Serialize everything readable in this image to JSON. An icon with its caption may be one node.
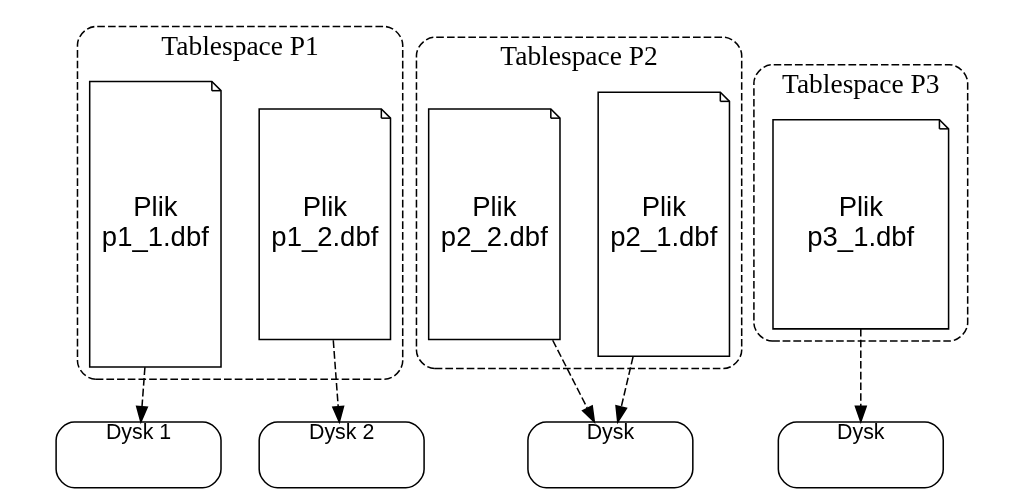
{
  "diagram": {
    "nodes": [
      {
        "text": [
          "Tablespace P1"
        ]
      },
      {
        "text": [
          "Plik p1_1.dbf"
        ],
        "in": 0
      },
      {
        "text": [
          "Plik p1_2.dbf"
        ],
        "in": 0
      },
      {
        "text": [
          "Tablespace P2"
        ]
      },
      {
        "text": [
          "Plik p2_1.dbf"
        ],
        "in": 3
      },
      {
        "text": [
          "Plik p2_2.dbf"
        ],
        "in": 3
      },
      {
        "text": [
          "Tablespace P3"
        ]
      },
      {
        "text": [
          "Plik p3_1.dbf"
        ],
        "in": 6
      },
      {
        "text": [
          "Dysk 1"
        ]
      },
      {
        "text": [
          "Dysk 2"
        ]
      },
      {
        "text": [
          "Dysk"
        ]
      },
      {
        "text": [
          "Dysk"
        ]
      }
    ],
    "edges": [
      {
        "from": 1,
        "to": 8,
        "arrow": "to",
        "style": "dashed"
      },
      {
        "from": 2,
        "to": 9,
        "arrow": "to",
        "style": "dashed"
      },
      {
        "from": 4,
        "to": 10,
        "arrow": "to",
        "style": "dashed"
      },
      {
        "from": 5,
        "to": 10,
        "arrow": "to",
        "style": "dashed"
      },
      {
        "from": 7,
        "to": 11,
        "arrow": "to",
        "style": "dashed"
      }
    ]
  }
}
